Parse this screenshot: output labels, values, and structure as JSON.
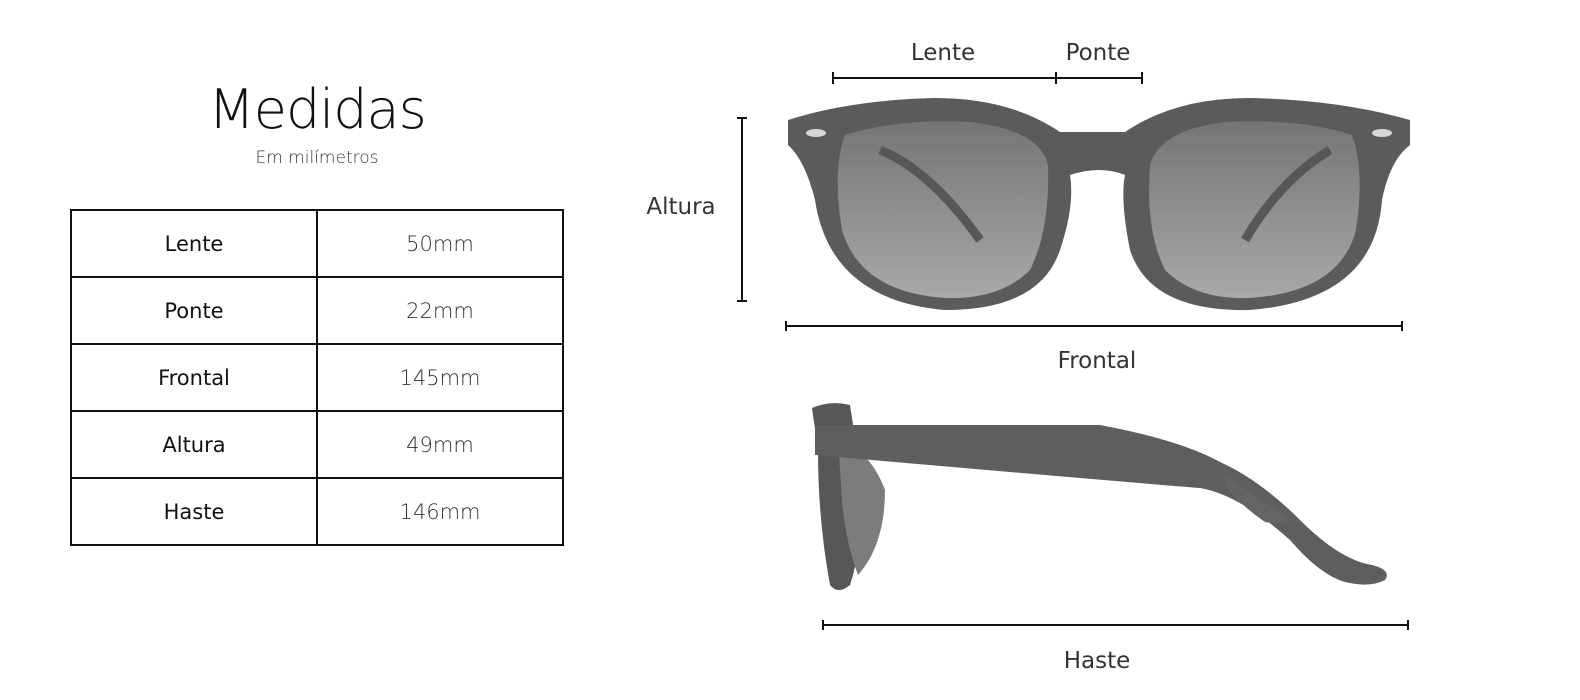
{
  "heading": {
    "title": "Medidas",
    "subtitle": "Em milímetros"
  },
  "table": {
    "rows": [
      {
        "label": "Lente",
        "value": "50mm"
      },
      {
        "label": "Ponte",
        "value": "22mm"
      },
      {
        "label": "Frontal",
        "value": "145mm"
      },
      {
        "label": "Altura",
        "value": "49mm"
      },
      {
        "label": "Haste",
        "value": "146mm"
      }
    ]
  },
  "diagram": {
    "labels": {
      "lente": "Lente",
      "ponte": "Ponte",
      "altura": "Altura",
      "frontal": "Frontal",
      "haste": "Haste"
    }
  },
  "colors": {
    "frame": "#4a4a4a",
    "lens": "#6b6b6b",
    "line": "#111111"
  }
}
